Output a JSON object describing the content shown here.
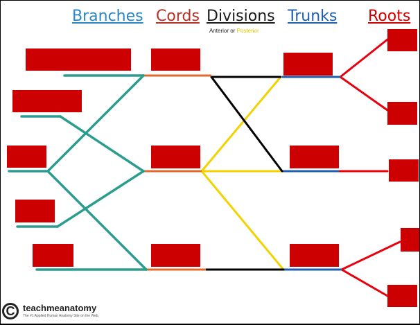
{
  "headings": {
    "branches": "Branches",
    "cords": "Cords",
    "divisions": "Divisions",
    "trunks": "Trunks",
    "roots": "Roots"
  },
  "divisions_sub": {
    "anterior": "Anterior",
    "or": "or",
    "posterior": "Posterior"
  },
  "logo": {
    "symbol": "C",
    "brand": "teachmeanatomy",
    "tagline": "The #1 Applied Human Anatomy Site on the Web."
  },
  "colors": {
    "branches": "#2a9d8f",
    "roots_heading": "#cc0000",
    "branches_heading": "#2b86c5",
    "cords_heading": "#b5302a",
    "trunks_heading": "#1f5fae",
    "cords_line": "#e06a2c",
    "anterior": "#000000",
    "posterior": "#f2d200",
    "trunk_line": "#1f5fae",
    "roots_line": "#e8000d",
    "label_box": "#cc0000"
  }
}
